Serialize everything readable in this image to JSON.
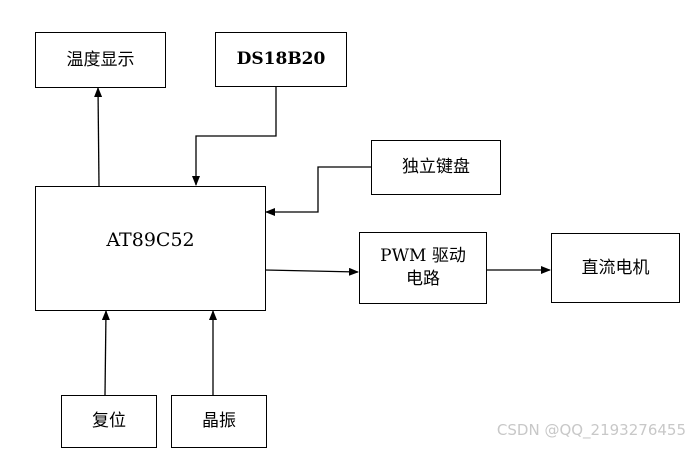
{
  "diagram": {
    "blocks": {
      "temp_display": "温度显示",
      "ds18b20": "DS18B20",
      "keypad": "独立键盘",
      "mcu": "AT89C52",
      "pwm_line1": "PWM 驱动",
      "pwm_line2": "电路",
      "dc_motor": "直流电机",
      "reset": "复位",
      "crystal": "晶振"
    },
    "connections": [
      {
        "from": "mcu",
        "to": "temp_display"
      },
      {
        "from": "ds18b20",
        "to": "mcu"
      },
      {
        "from": "keypad",
        "to": "mcu"
      },
      {
        "from": "mcu",
        "to": "pwm_drive"
      },
      {
        "from": "pwm_drive",
        "to": "dc_motor"
      },
      {
        "from": "reset",
        "to": "mcu"
      },
      {
        "from": "crystal",
        "to": "mcu"
      }
    ]
  },
  "watermark": "CSDN @QQ_2193276455"
}
